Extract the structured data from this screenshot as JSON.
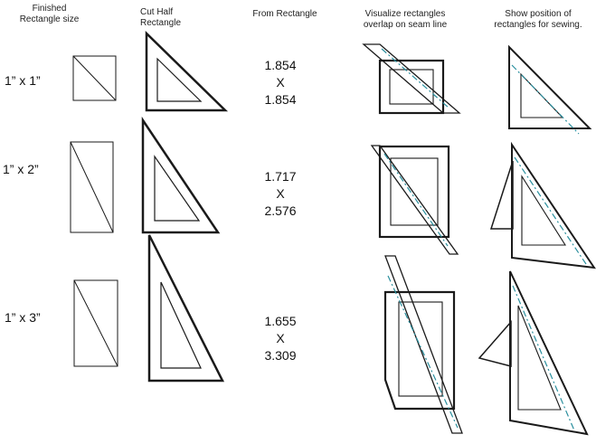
{
  "headers": {
    "col1": [
      "Finished",
      "Rectangle size"
    ],
    "col2": [
      "Cut Half",
      "Rectangle"
    ],
    "col3": [
      "From Rectangle"
    ],
    "col4": [
      "Visualize rectangles",
      "overlap on seam line"
    ],
    "col5": [
      "Show position of",
      "rectangles for sewing."
    ]
  },
  "rows": [
    {
      "size": "1” x 1”",
      "width": "1.854",
      "sep": "X",
      "height": "1.854"
    },
    {
      "size": "1” x 2”",
      "width": "1.717",
      "sep": "X",
      "height": "2.576"
    },
    {
      "size": "1” x 3”",
      "width": "1.655",
      "sep": "X",
      "height": "3.309"
    }
  ],
  "colors": {
    "line": "#1a1a1a",
    "seam": "#2a8f9e"
  }
}
